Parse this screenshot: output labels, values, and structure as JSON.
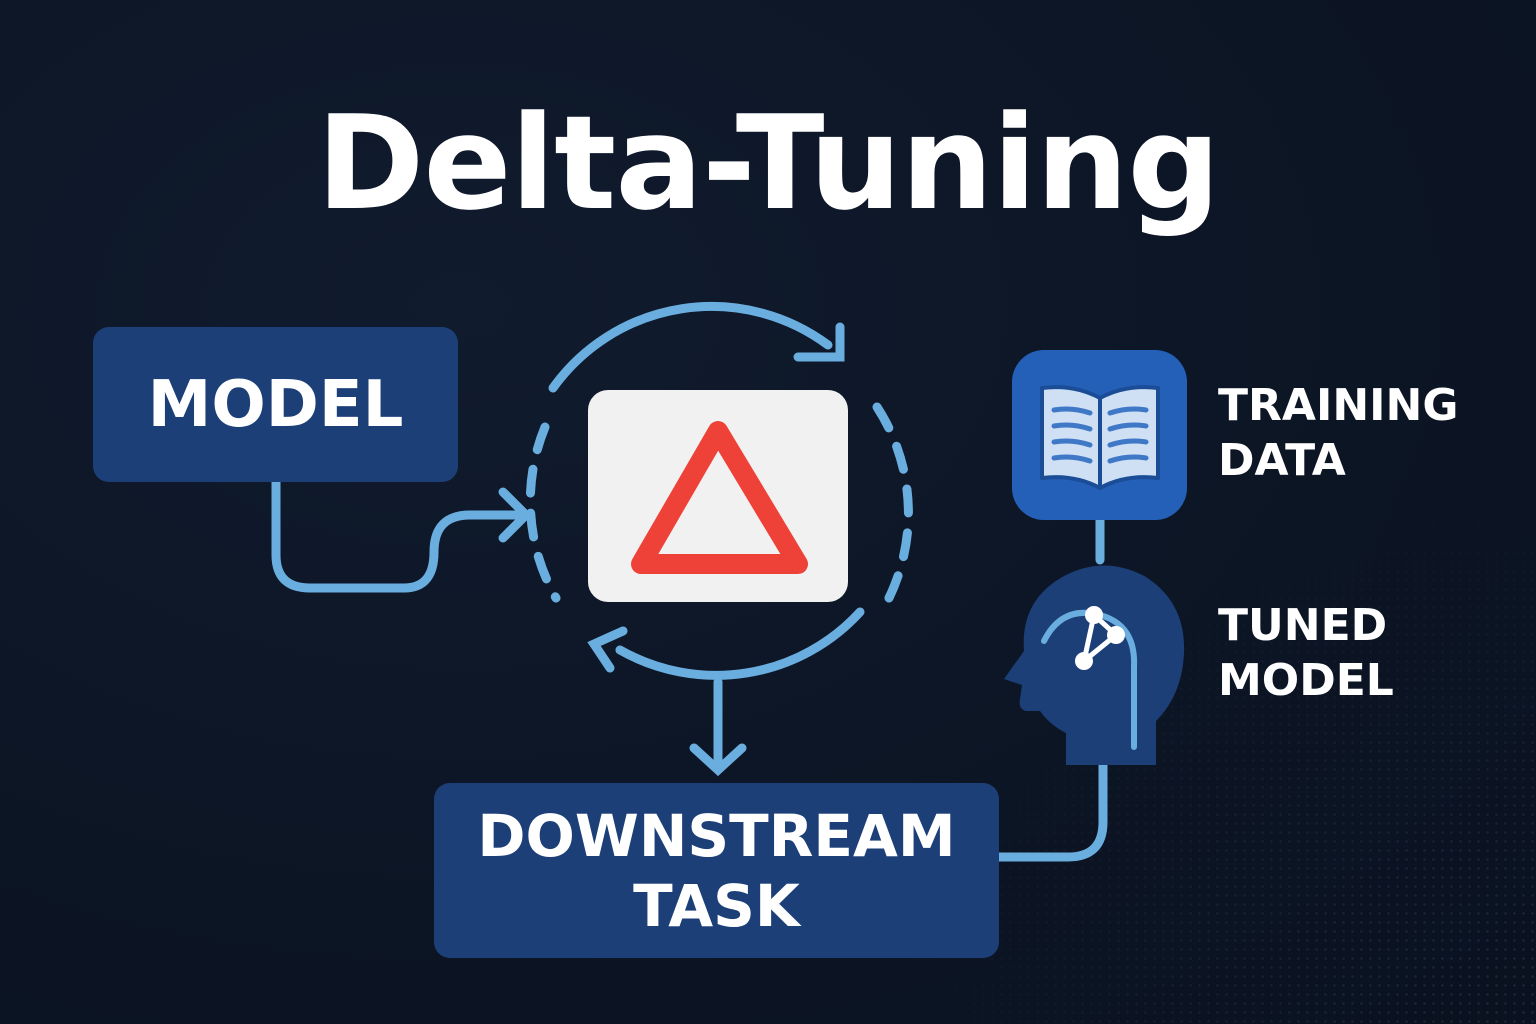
{
  "title": "Delta-Tuning",
  "nodes": {
    "model": {
      "label": "MODEL"
    },
    "delta": {
      "symbol": "delta-triangle-icon"
    },
    "downstream_task": {
      "line1": "DOWNSTREAM",
      "line2": "TASK"
    },
    "training_data": {
      "line1": "TRAINING",
      "line2": "DATA",
      "icon": "open-book-icon"
    },
    "tuned_model": {
      "line1": "TUNED",
      "line2": "MODEL",
      "icon": "head-network-icon"
    }
  },
  "colors": {
    "background": "#0d1626",
    "box_fill": "#1c3f78",
    "connector": "#6aaee0",
    "delta_card": "#f1f1f1",
    "delta_triangle": "#ee4138",
    "book_tile": "#2460b8",
    "head_fill": "#1d3f77",
    "text": "#ffffff"
  }
}
